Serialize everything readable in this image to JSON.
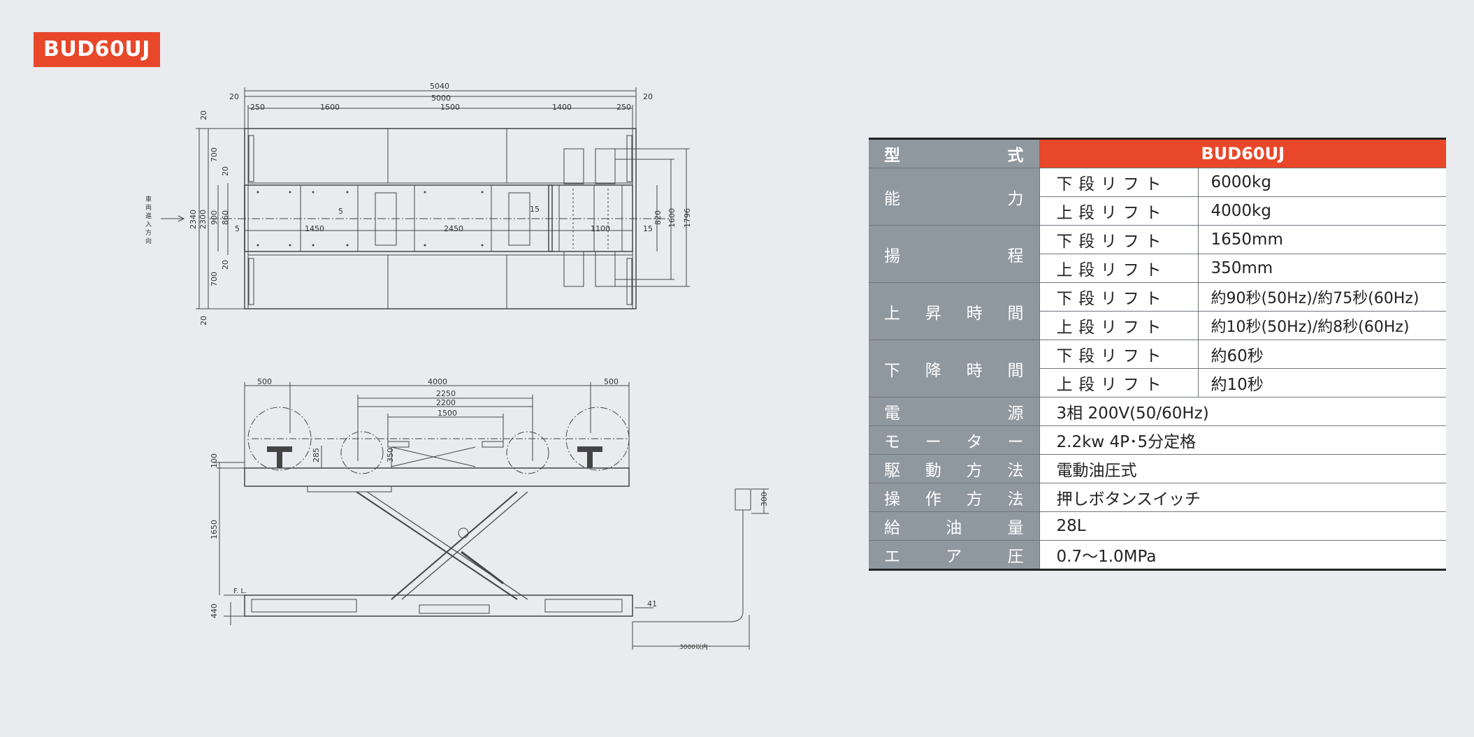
{
  "model_badge": "BUD60UJ",
  "drawing": {
    "top_dims": [
      "5040",
      "20",
      "5000",
      "20",
      "250",
      "1600",
      "1500",
      "1400",
      "250",
      "20",
      "700",
      "20",
      "2300",
      "2340",
      "900",
      "860",
      "20",
      "700",
      "20",
      "5",
      "1450",
      "5",
      "2450",
      "15",
      "1100",
      "15",
      "820",
      "1600",
      "1796"
    ],
    "entry_label": [
      "車",
      "両",
      "進",
      "入",
      "方",
      "向"
    ],
    "side_dims": [
      "500",
      "4000",
      "500",
      "2250",
      "2200",
      "1500",
      "100",
      "285",
      "350",
      "1650",
      "300",
      "F. L.",
      "440",
      "41",
      "3000以内"
    ]
  },
  "spec": {
    "header": {
      "label": [
        "型",
        "式"
      ],
      "value": "BUD60UJ"
    },
    "groups": [
      {
        "label": [
          "能",
          "力"
        ],
        "rows": [
          {
            "sub": [
              "下",
              "段",
              "リ",
              "フ",
              "ト"
            ],
            "value": "6000kg"
          },
          {
            "sub": [
              "上",
              "段",
              "リ",
              "フ",
              "ト"
            ],
            "value": "4000kg"
          }
        ]
      },
      {
        "label": [
          "揚",
          "程"
        ],
        "rows": [
          {
            "sub": [
              "下",
              "段",
              "リ",
              "フ",
              "ト"
            ],
            "value": "1650mm"
          },
          {
            "sub": [
              "上",
              "段",
              "リ",
              "フ",
              "ト"
            ],
            "value": "350mm"
          }
        ]
      },
      {
        "label": [
          "上",
          "昇",
          "時",
          "間"
        ],
        "rows": [
          {
            "sub": [
              "下",
              "段",
              "リ",
              "フ",
              "ト"
            ],
            "value": "約90秒(50Hz)/約75秒(60Hz)"
          },
          {
            "sub": [
              "上",
              "段",
              "リ",
              "フ",
              "ト"
            ],
            "value": "約10秒(50Hz)/約8秒(60Hz)"
          }
        ]
      },
      {
        "label": [
          "下",
          "降",
          "時",
          "間"
        ],
        "rows": [
          {
            "sub": [
              "下",
              "段",
              "リ",
              "フ",
              "ト"
            ],
            "value": "約60秒"
          },
          {
            "sub": [
              "上",
              "段",
              "リ",
              "フ",
              "ト"
            ],
            "value": "約10秒"
          }
        ]
      }
    ],
    "singles": [
      {
        "label": [
          "電",
          "源"
        ],
        "value": "3相 200V(50/60Hz)"
      },
      {
        "label": [
          "モ",
          "ー",
          "タ",
          "ー"
        ],
        "value": "2.2kw 4P･5分定格"
      },
      {
        "label": [
          "駆",
          "動",
          "方",
          "法"
        ],
        "value": "電動油圧式"
      },
      {
        "label": [
          "操",
          "作",
          "方",
          "法"
        ],
        "value": "押しボタンスイッチ"
      },
      {
        "label": [
          "給",
          "油",
          "量"
        ],
        "value": "28L"
      },
      {
        "label": [
          "エ",
          "ア",
          "圧"
        ],
        "value": "0.7〜1.0MPa"
      }
    ]
  },
  "colors": {
    "accent": "#e8472a",
    "label_bg": "#8f979f",
    "background": "#e9ebee"
  }
}
